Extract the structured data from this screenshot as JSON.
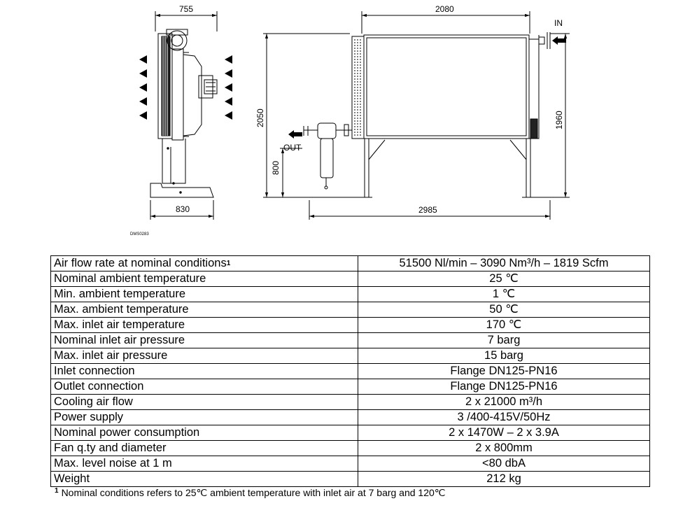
{
  "drawing": {
    "dims": {
      "side_width": "755",
      "side_base": "830",
      "front_width": "2080",
      "total_height": "2050",
      "outlet_height": "800",
      "body_height": "1960",
      "total_length": "2985"
    },
    "labels": {
      "inlet": "IN",
      "outlet": "OUT"
    },
    "drawing_code": "DMS0283"
  },
  "table": {
    "rows": [
      {
        "param": "Air flow rate at nominal conditions",
        "sup": "1",
        "value": "51500 Nl/min – 3090 Nm³/h – 1819 Scfm"
      },
      {
        "param": "Nominal ambient temperature",
        "value": "25 ℃"
      },
      {
        "param": "Min. ambient temperature",
        "value": "1 ℃"
      },
      {
        "param": "Max. ambient temperature",
        "value": "50 ℃"
      },
      {
        "param": "Max. inlet air temperature",
        "value": "170 ℃"
      },
      {
        "param": "Nominal inlet air pressure",
        "value": "7 barg"
      },
      {
        "param": "Max. inlet air pressure",
        "value": "15 barg"
      },
      {
        "param": "Inlet connection",
        "value": "Flange DN125-PN16"
      },
      {
        "param": "Outlet connection",
        "value": "Flange DN125-PN16"
      },
      {
        "param": "Cooling air flow",
        "value": "2 x 21000 m³/h"
      },
      {
        "param": "Power supply",
        "value": "3 /400-415V/50Hz"
      },
      {
        "param": "Nominal power consumption",
        "value": "2 x 1470W – 2 x 3.9A"
      },
      {
        "param": "Fan q.ty and diameter",
        "value": "2 x 800mm"
      },
      {
        "param": "Max. level noise at 1 m",
        "value": "<80 dbA"
      },
      {
        "param": "Weight",
        "value": "212 kg"
      }
    ]
  },
  "footnote": {
    "marker": "1",
    "text": "Nominal conditions refers to 25℃ ambient temperature  with inlet air at 7 barg and 120℃"
  }
}
